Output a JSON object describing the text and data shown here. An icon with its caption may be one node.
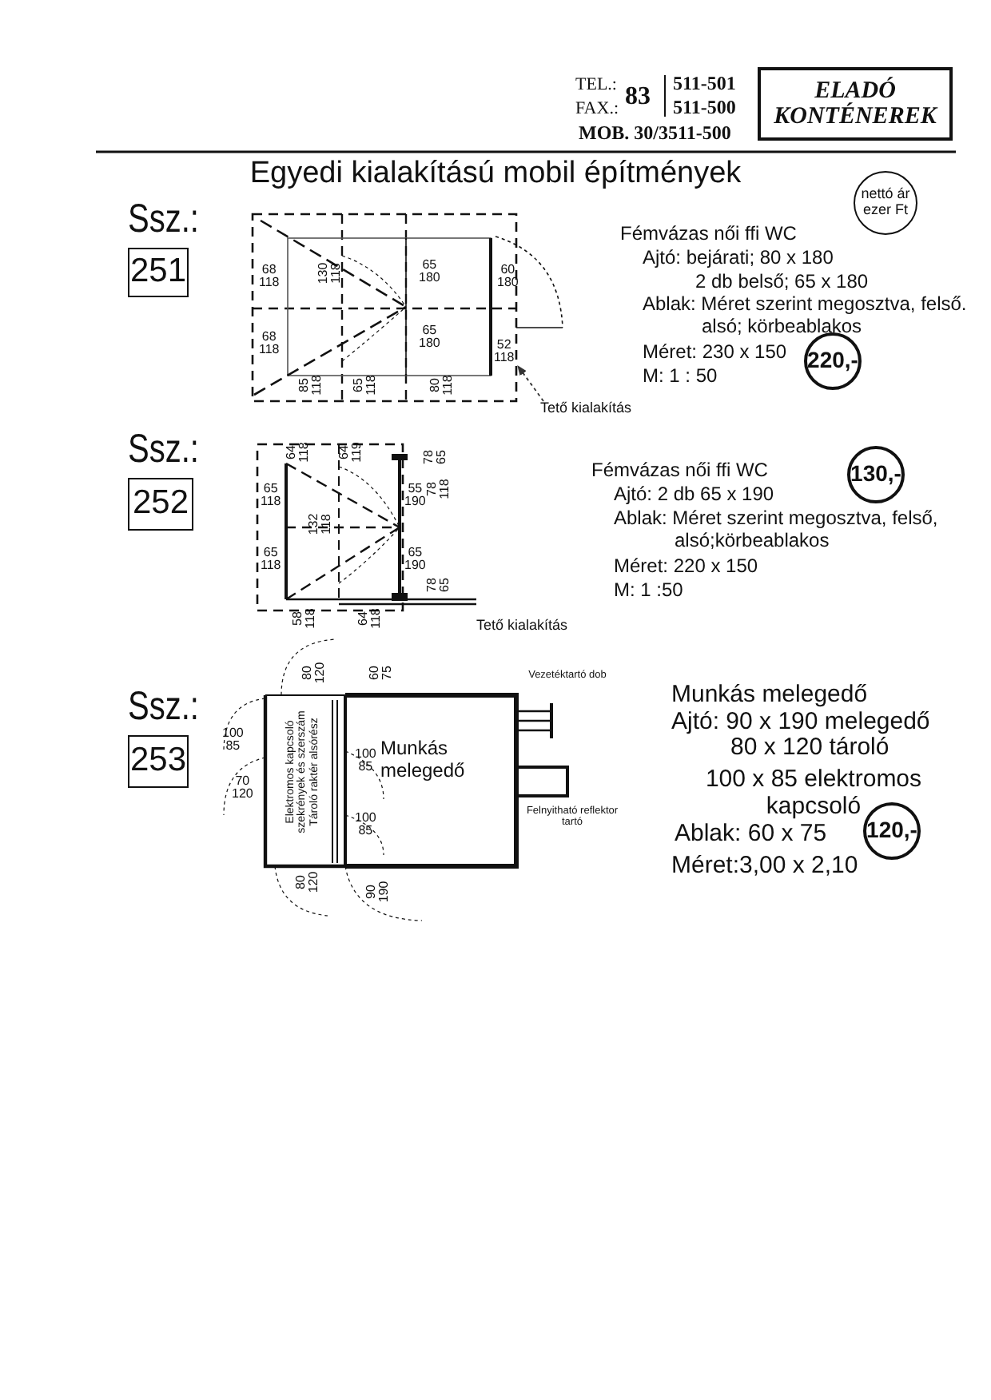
{
  "diagram": {
    "title": "Egyedi kialakítású mobil építmények",
    "nodes": [
      {
        "text": [
          "ELADÓ KONTÉNEREK"
        ]
      },
      {
        "text": [
          "nettó ár ezer Ft"
        ]
      },
      {
        "text": [
          "Ssz.:",
          "251"
        ]
      },
      {
        "text": [],
        "shape": "picture"
      },
      {
        "text": [
          "Tető kialakítás"
        ]
      },
      {
        "text": [
          "220,-"
        ]
      },
      {
        "text": [
          "Ssz.:",
          "252"
        ]
      },
      {
        "text": [
          "130,-"
        ]
      },
      {
        "text": [
          "Ssz.:",
          "253"
        ]
      },
      {
        "text": [
          "120,-"
        ]
      }
    ],
    "edges": [
      {
        "from": 4,
        "to": 3,
        "arrow": "to",
        "style": "dashed"
      }
    ],
    "labels": [
      "TEL.:",
      "83",
      "511-501",
      "FAX.:",
      "511-500",
      "MOB. 30/3511-500",
      "Fémvázas női ffi WC",
      "Ajtó: bejárati; 80 x 180",
      "2 db belső; 65 x 180",
      "Ablak: Méret szerint megosztva, felső. alsó; körbeablakos",
      "Méret: 230 x 150",
      "M: 1 : 50",
      "68 118",
      "65 180",
      "60 180",
      "68 118",
      "65 180",
      "52 118",
      "85 118",
      "65 118",
      "80 118",
      "130 118",
      "Fémvázas női ffi WC",
      "Ajtó: 2 db 65 x 190",
      "Ablak: Méret szerint megosztva, felső, alsó;körbeablakos",
      "Méret: 220 x 150",
      "M: 1 :50",
      "64 118",
      "64 119",
      "78 65",
      "65 118",
      "55 190",
      "78 118",
      "132 118",
      "65 118",
      "65 190",
      "58 118",
      "64 118",
      "78 65",
      "Tető kialakítás",
      "Munkás melegedő",
      "Ajtó: 90 x 190 melegedő 80 x 120 tároló",
      "100 x 85 elektromos kapcsoló",
      "Ablak: 60 x 75",
      "Méret:3,00 x 2,10",
      "80 120",
      "60 75",
      "Vezetéktartó dob",
      "100 85",
      "100 85",
      "Elektromos kapcsoló szekrények és szerszám Tároló raktér alsórész",
      "Munkás melegedő",
      "70 120",
      "100 85",
      "Felnyitható reflektor tartó",
      "80 120",
      "90 190"
    ]
  }
}
